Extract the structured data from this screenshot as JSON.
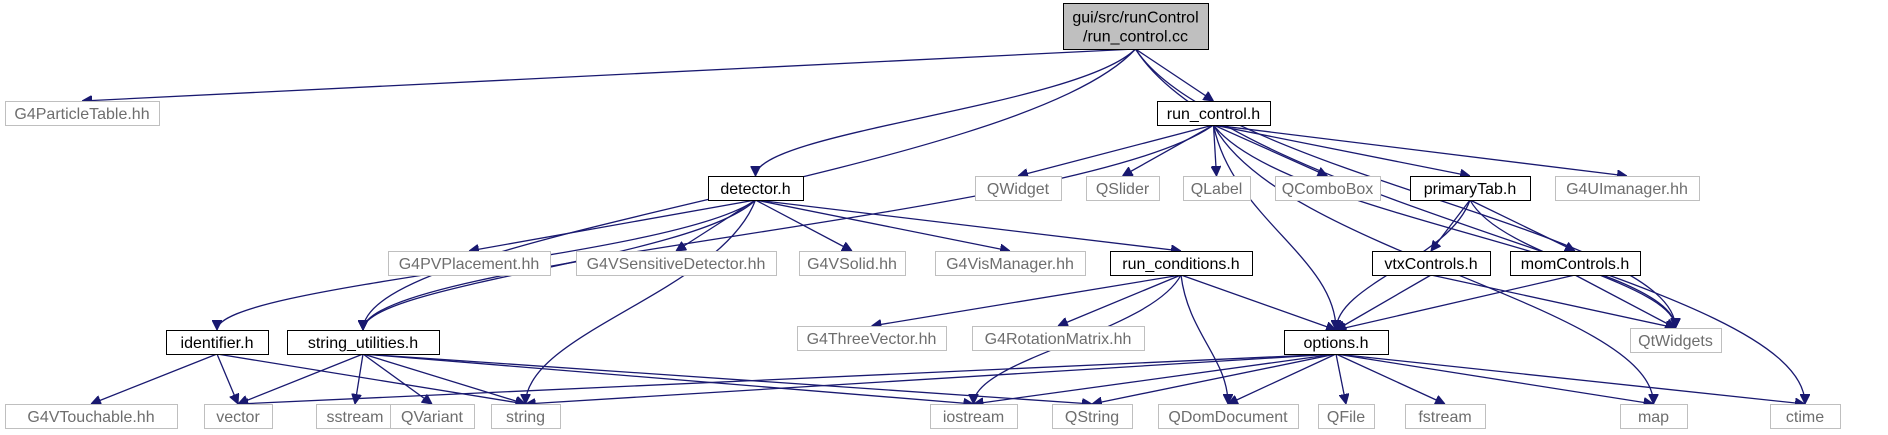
{
  "colors": {
    "edge": "#191970",
    "root_fill": "#bfbfbf",
    "internal_border": "#000000",
    "external_border": "#bfbfbf",
    "external_text": "#6e6e6e"
  },
  "nodes": [
    {
      "id": "root",
      "lines": [
        "gui/src/runControl",
        "/run_control.cc"
      ],
      "kind": "root"
    },
    {
      "id": "g4particletable",
      "lines": [
        "G4ParticleTable.hh"
      ],
      "kind": "external"
    },
    {
      "id": "run_control_h",
      "lines": [
        "run_control.h"
      ],
      "kind": "internal"
    },
    {
      "id": "qwidget",
      "lines": [
        "QWidget"
      ],
      "kind": "external"
    },
    {
      "id": "qslider",
      "lines": [
        "QSlider"
      ],
      "kind": "external"
    },
    {
      "id": "qlabel",
      "lines": [
        "QLabel"
      ],
      "kind": "external"
    },
    {
      "id": "qcombobox",
      "lines": [
        "QComboBox"
      ],
      "kind": "external"
    },
    {
      "id": "primarytab",
      "lines": [
        "primaryTab.h"
      ],
      "kind": "internal"
    },
    {
      "id": "g4uimanager",
      "lines": [
        "G4UImanager.hh"
      ],
      "kind": "external"
    },
    {
      "id": "detector",
      "lines": [
        "detector.h"
      ],
      "kind": "internal"
    },
    {
      "id": "g4pvplacement",
      "lines": [
        "G4PVPlacement.hh"
      ],
      "kind": "external"
    },
    {
      "id": "g4vsensitive",
      "lines": [
        "G4VSensitiveDetector.hh"
      ],
      "kind": "external"
    },
    {
      "id": "g4vsolid",
      "lines": [
        "G4VSolid.hh"
      ],
      "kind": "external"
    },
    {
      "id": "g4vismanager",
      "lines": [
        "G4VisManager.hh"
      ],
      "kind": "external"
    },
    {
      "id": "run_conditions",
      "lines": [
        "run_conditions.h"
      ],
      "kind": "internal"
    },
    {
      "id": "vtxcontrols",
      "lines": [
        "vtxControls.h"
      ],
      "kind": "internal"
    },
    {
      "id": "momcontrols",
      "lines": [
        "momControls.h"
      ],
      "kind": "internal"
    },
    {
      "id": "identifier",
      "lines": [
        "identifier.h"
      ],
      "kind": "internal"
    },
    {
      "id": "string_utilities",
      "lines": [
        "string_utilities.h"
      ],
      "kind": "internal"
    },
    {
      "id": "g4threevector",
      "lines": [
        "G4ThreeVector.hh"
      ],
      "kind": "external"
    },
    {
      "id": "g4rotationmatrix",
      "lines": [
        "G4RotationMatrix.hh"
      ],
      "kind": "external"
    },
    {
      "id": "options",
      "lines": [
        "options.h"
      ],
      "kind": "internal"
    },
    {
      "id": "qtwidgets",
      "lines": [
        "QtWidgets"
      ],
      "kind": "external"
    },
    {
      "id": "g4vtouchable",
      "lines": [
        "G4VTouchable.hh"
      ],
      "kind": "external"
    },
    {
      "id": "vector",
      "lines": [
        "vector"
      ],
      "kind": "external"
    },
    {
      "id": "sstream",
      "lines": [
        "sstream"
      ],
      "kind": "external"
    },
    {
      "id": "qvariant",
      "lines": [
        "QVariant"
      ],
      "kind": "external"
    },
    {
      "id": "string",
      "lines": [
        "string"
      ],
      "kind": "external"
    },
    {
      "id": "iostream",
      "lines": [
        "iostream"
      ],
      "kind": "external"
    },
    {
      "id": "qstring",
      "lines": [
        "QString"
      ],
      "kind": "external"
    },
    {
      "id": "qdomdocument",
      "lines": [
        "QDomDocument"
      ],
      "kind": "external"
    },
    {
      "id": "qfile",
      "lines": [
        "QFile"
      ],
      "kind": "external"
    },
    {
      "id": "fstream",
      "lines": [
        "fstream"
      ],
      "kind": "external"
    },
    {
      "id": "map",
      "lines": [
        "map"
      ],
      "kind": "external"
    },
    {
      "id": "ctime",
      "lines": [
        "ctime"
      ],
      "kind": "external"
    }
  ],
  "edges": [
    [
      "root",
      "g4particletable"
    ],
    [
      "root",
      "run_control_h"
    ],
    [
      "root",
      "detector"
    ],
    [
      "root",
      "string_utilities"
    ],
    [
      "root",
      "qtwidgets"
    ],
    [
      "root",
      "ctime"
    ],
    [
      "run_control_h",
      "qwidget"
    ],
    [
      "run_control_h",
      "qslider"
    ],
    [
      "run_control_h",
      "qlabel"
    ],
    [
      "run_control_h",
      "qcombobox"
    ],
    [
      "run_control_h",
      "primarytab"
    ],
    [
      "run_control_h",
      "g4uimanager"
    ],
    [
      "run_control_h",
      "qtwidgets"
    ],
    [
      "run_control_h",
      "map"
    ],
    [
      "run_control_h",
      "options"
    ],
    [
      "run_control_h",
      "string_utilities"
    ],
    [
      "detector",
      "g4pvplacement"
    ],
    [
      "detector",
      "g4vsensitive"
    ],
    [
      "detector",
      "g4vsolid"
    ],
    [
      "detector",
      "g4vismanager"
    ],
    [
      "detector",
      "run_conditions"
    ],
    [
      "detector",
      "identifier"
    ],
    [
      "detector",
      "string_utilities"
    ],
    [
      "detector",
      "string"
    ],
    [
      "primarytab",
      "vtxcontrols"
    ],
    [
      "primarytab",
      "momcontrols"
    ],
    [
      "primarytab",
      "options"
    ],
    [
      "primarytab",
      "qtwidgets"
    ],
    [
      "vtxcontrols",
      "options"
    ],
    [
      "vtxcontrols",
      "qtwidgets"
    ],
    [
      "momcontrols",
      "options"
    ],
    [
      "momcontrols",
      "qtwidgets"
    ],
    [
      "run_conditions",
      "g4threevector"
    ],
    [
      "run_conditions",
      "g4rotationmatrix"
    ],
    [
      "run_conditions",
      "options"
    ],
    [
      "run_conditions",
      "iostream"
    ],
    [
      "run_conditions",
      "qdomdocument"
    ],
    [
      "identifier",
      "g4vtouchable"
    ],
    [
      "identifier",
      "vector"
    ],
    [
      "identifier",
      "string"
    ],
    [
      "string_utilities",
      "vector"
    ],
    [
      "string_utilities",
      "sstream"
    ],
    [
      "string_utilities",
      "qvariant"
    ],
    [
      "string_utilities",
      "string"
    ],
    [
      "string_utilities",
      "iostream"
    ],
    [
      "string_utilities",
      "qstring"
    ],
    [
      "options",
      "vector"
    ],
    [
      "options",
      "string"
    ],
    [
      "options",
      "iostream"
    ],
    [
      "options",
      "qstring"
    ],
    [
      "options",
      "qdomdocument"
    ],
    [
      "options",
      "qfile"
    ],
    [
      "options",
      "fstream"
    ],
    [
      "options",
      "map"
    ],
    [
      "options",
      "ctime"
    ]
  ]
}
